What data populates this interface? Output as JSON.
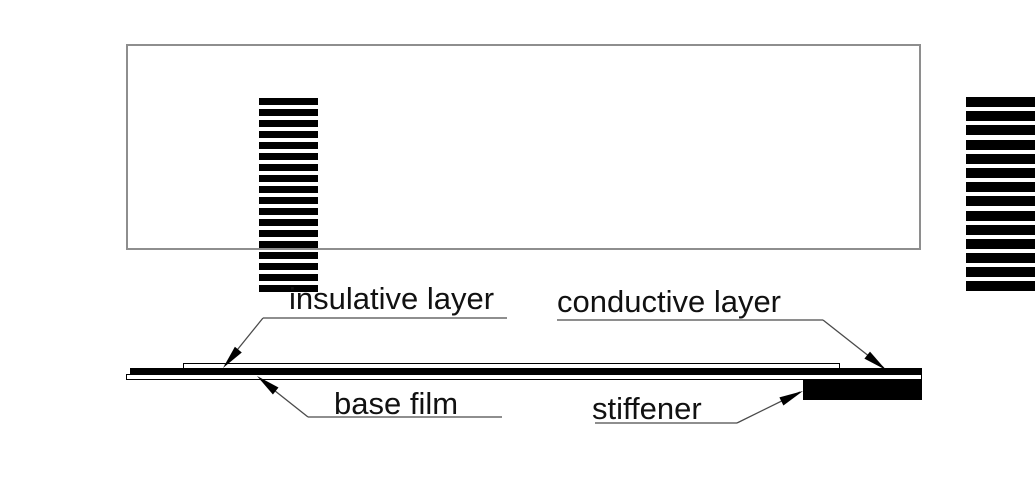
{
  "diagram": {
    "type": "flexible-flat-cable-structure",
    "top_view": {
      "description": "cable top view with exposed contact fingers",
      "left_contacts": {
        "count": 18
      },
      "right_contacts": {
        "count": 14
      }
    },
    "side_view": {
      "labels": {
        "insulative": "insulative layer",
        "conductive": "conductive layer",
        "base_film": "base film",
        "stiffener": "stiffener"
      }
    },
    "colors": {
      "ink": "#000000",
      "leader_line": "#4a4a4a",
      "frame_border": "#8e8e8e",
      "background": "#ffffff"
    }
  }
}
